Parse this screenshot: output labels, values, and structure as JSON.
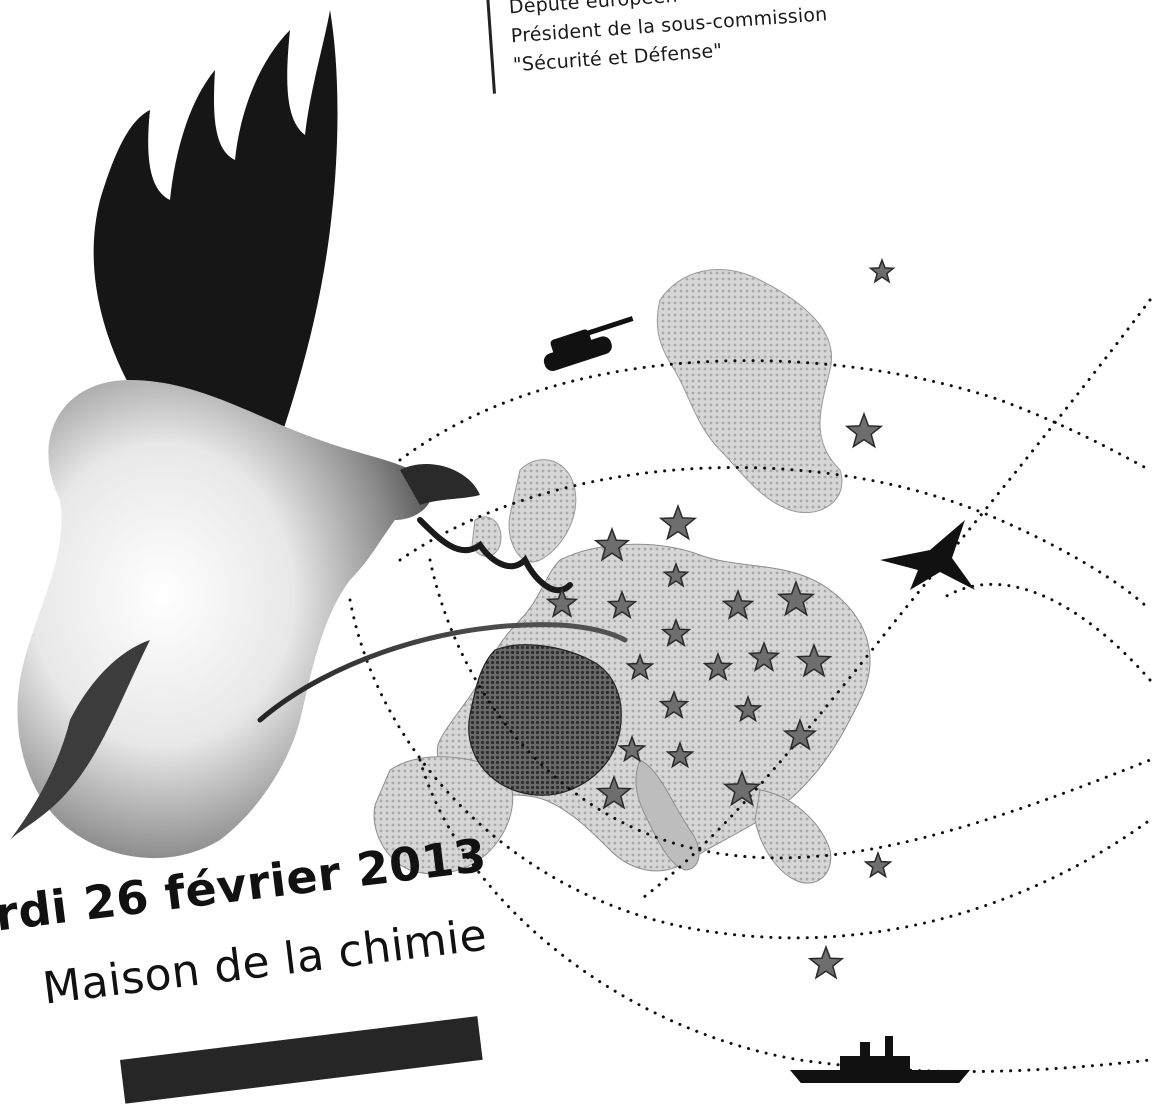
{
  "header": {
    "line1": "Député européen",
    "line2": "Président de la sous-commission",
    "line3": "\"Sécurité et Défense\""
  },
  "event": {
    "date": "rdi 26 février 2013",
    "venue": "Maison de la chimie"
  },
  "colors": {
    "ink": "#111111",
    "map_light": "#c9c9c9",
    "map_mid": "#9d9d9d",
    "france": "#4a4a4a",
    "star_fill": "#6e6e6e",
    "star_stroke": "#2a2a2a"
  },
  "illustration": {
    "icons": [
      "dove-icon",
      "olive-branch-icon",
      "tank-icon",
      "fighter-jet-icon",
      "warship-icon",
      "star-icon"
    ]
  }
}
